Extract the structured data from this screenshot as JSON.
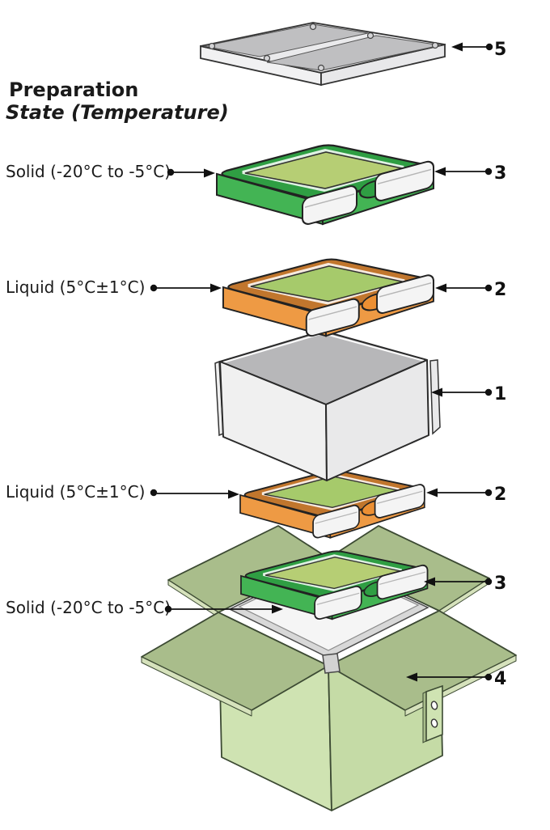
{
  "heading": {
    "line1": "Preparation",
    "line2": "State (Temperature)"
  },
  "state_labels": {
    "solid_top": "Solid (-20°C to -5°C)",
    "liquid_top": "Liquid (5°C±1°C)",
    "liquid_bottom": "Liquid (5°C±1°C)",
    "solid_bottom": "Solid (-20°C to -5°C)"
  },
  "callout_numbers": {
    "payload_box": "1",
    "liquid_pack_top": "2",
    "liquid_pack_bottom": "2",
    "solid_pack_top": "3",
    "solid_pack_bottom": "3",
    "outer_carton": "4",
    "lid": "5"
  },
  "colors": {
    "ink": "#1a1a1a",
    "green-frame-top": "#2f9e43",
    "green-frame-side": "#43b454",
    "green-panel": "#b6ce74",
    "orange-frame-top": "#c1762d",
    "orange-frame-side": "#ee9a44",
    "orange-panel": "#a6ca6b",
    "orange-latch": "#ec8f33",
    "carton-flap": "#a9bd8b",
    "carton-flap-edge": "#d6e2bc",
    "carton-wall": "#cfe3b2",
    "carton-wall-right": "#c5dba6",
    "carton-outline": "#3c4a33",
    "lid-panel": "#bfbfc1",
    "lid-base": "#eaeaec",
    "lid-side-left": "#f1f1f2",
    "lid-side-right": "#e8e8ea",
    "box-top": "#b7b7b9",
    "box-left": "#f0f0f0",
    "box-right": "#e9e9ea",
    "insert-gray": "#d8d8d8",
    "insert-white": "#f5f5f5",
    "bumper": "#f4f4f4"
  }
}
